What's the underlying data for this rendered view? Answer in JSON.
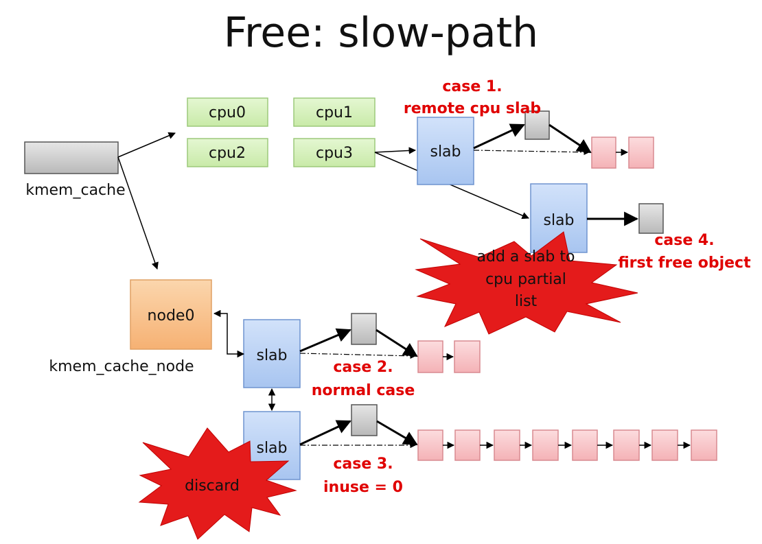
{
  "title": "Free: slow-path",
  "cache": {
    "label": "kmem_cache"
  },
  "cpus": [
    "cpu0",
    "cpu1",
    "cpu2",
    "cpu3"
  ],
  "node": {
    "box": "node0",
    "label": "kmem_cache_node"
  },
  "slab_label": "slab",
  "cases": {
    "case1": [
      "case 1.",
      "remote cpu slab"
    ],
    "case2": [
      "case 2.",
      "normal case"
    ],
    "case3": [
      "case 3.",
      "inuse = 0"
    ],
    "case4": [
      "case 4.",
      "first free object"
    ]
  },
  "bursts": {
    "partial": [
      "add a slab to",
      "cpu partial",
      "list"
    ],
    "discard": "discard"
  },
  "colors": {
    "cpu_fill": "#d4f0b8",
    "cpu_stroke": "#9cc97a",
    "slab_fill": "#bcd4f6",
    "slab_stroke": "#6e93cf",
    "node_fill": "#f9c591",
    "node_stroke": "#e0a064",
    "object_fill": "#f9c9cc",
    "object_stroke": "#d88a90",
    "gray_fill": "#cfcfcf",
    "gray_stroke": "#555555",
    "case_text": "#e00000",
    "burst_fill": "#e41b1b"
  }
}
